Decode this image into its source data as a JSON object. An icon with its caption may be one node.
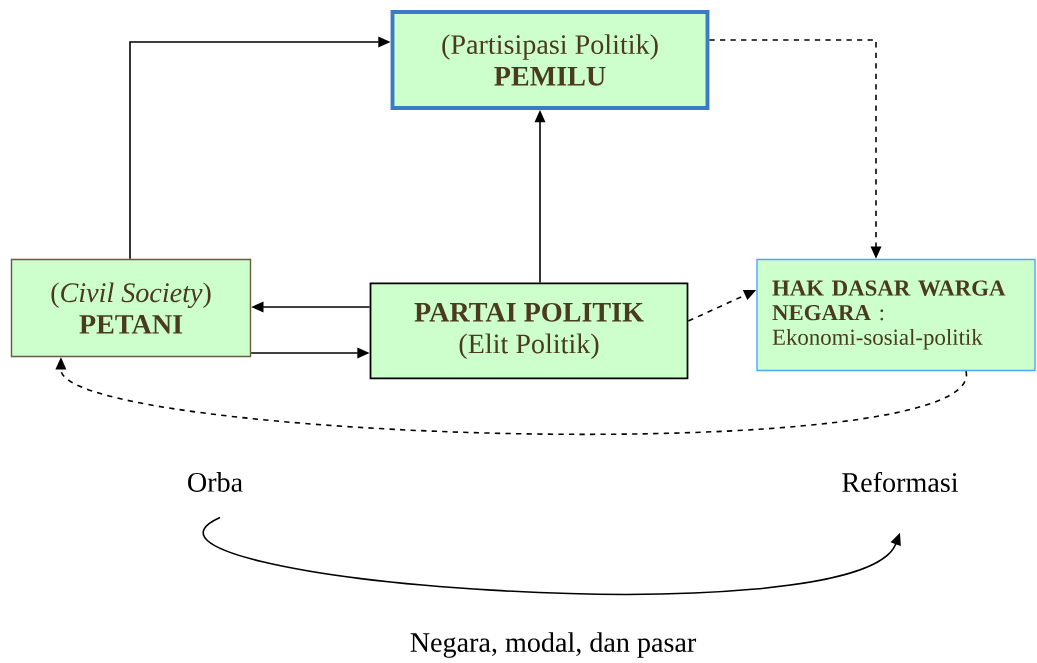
{
  "diagram": {
    "nodes": [
      {
        "text": [
          "(Partisipasi Politik)",
          "PEMILU"
        ]
      },
      {
        "text": [
          "(*Civil Society*)",
          "PETANI"
        ]
      },
      {
        "text": [
          "PARTAI POLITIK",
          "(Elit Politik)"
        ]
      },
      {
        "text": [
          "**HAK DASAR WARGA NEGARA** :",
          "Ekonomi-sosial-politik"
        ]
      },
      {
        "text": [
          "Orba"
        ]
      },
      {
        "text": [
          "Reformasi"
        ]
      }
    ],
    "edges": [
      {
        "from": 1,
        "to": 0,
        "arrow": "to"
      },
      {
        "from": 2,
        "to": 0,
        "arrow": "to"
      },
      {
        "from": 2,
        "to": 1,
        "arrow": "to"
      },
      {
        "from": 1,
        "to": 2,
        "arrow": "to"
      },
      {
        "from": 2,
        "to": 3,
        "arrow": "to",
        "style": "dashed"
      },
      {
        "from": 0,
        "to": 3,
        "arrow": "to",
        "style": "dashed"
      },
      {
        "from": 3,
        "to": 1,
        "arrow": "to",
        "style": "dashed"
      },
      {
        "from": 4,
        "to": 5,
        "arrow": "to",
        "label": "Negara, modal, dan  pasar"
      }
    ]
  }
}
